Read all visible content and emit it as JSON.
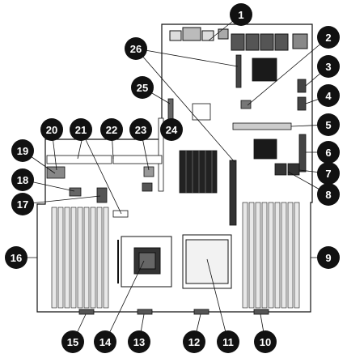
{
  "diagram": {
    "type": "system board component locator",
    "callouts": [
      "1",
      "2",
      "3",
      "4",
      "5",
      "6",
      "7",
      "8",
      "9",
      "10",
      "11",
      "12",
      "13",
      "14",
      "15",
      "16",
      "17",
      "18",
      "19",
      "20",
      "21",
      "22",
      "23",
      "24",
      "25",
      "26"
    ],
    "colors": {
      "callout_fill": "#111111",
      "callout_text": "#ffffff",
      "board_outline": "#111111",
      "board_fill": "#ffffff",
      "dark_component": "#1a1a1a",
      "mid_gray": "#9a9a9a",
      "light_gray": "#d8d8d8"
    }
  }
}
